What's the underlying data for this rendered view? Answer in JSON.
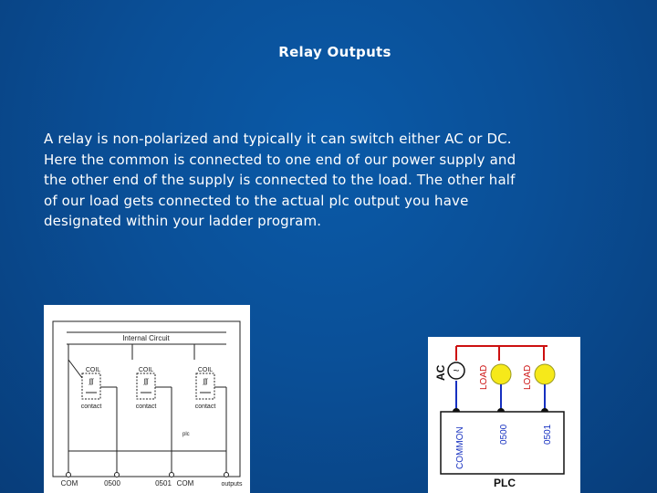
{
  "slide": {
    "title": "Relay Outputs",
    "body_lines": [
      "A relay is non-polarized and typically it can switch either AC or DC.",
      "Here the common is connected to one end of our power supply and",
      "the other end of the supply is connected to the load. The other half",
      "of our load gets connected to the actual plc output you have",
      "designated within your ladder program."
    ]
  },
  "internal_circuit_diagram": {
    "header": "Internal Circuit",
    "coil_label": "COIL",
    "coil_symbol": "ʃʃʃ",
    "contact_labels": [
      "contact",
      "contact",
      "contact"
    ],
    "plc_mark": "plc",
    "terminals": [
      "COM",
      "0500",
      "0501",
      "COM",
      "outputs"
    ]
  },
  "wiring_diagram": {
    "source_label": "AC",
    "source_symbol": "~",
    "load_labels": [
      "LOAD",
      "LOAD"
    ],
    "terminals": [
      "COMMON",
      "0500",
      "0501"
    ],
    "device_label": "PLC",
    "colors": {
      "wire_red": "#cc1010",
      "wire_blue": "#1630c0",
      "lamp": "#f6e91a"
    }
  }
}
